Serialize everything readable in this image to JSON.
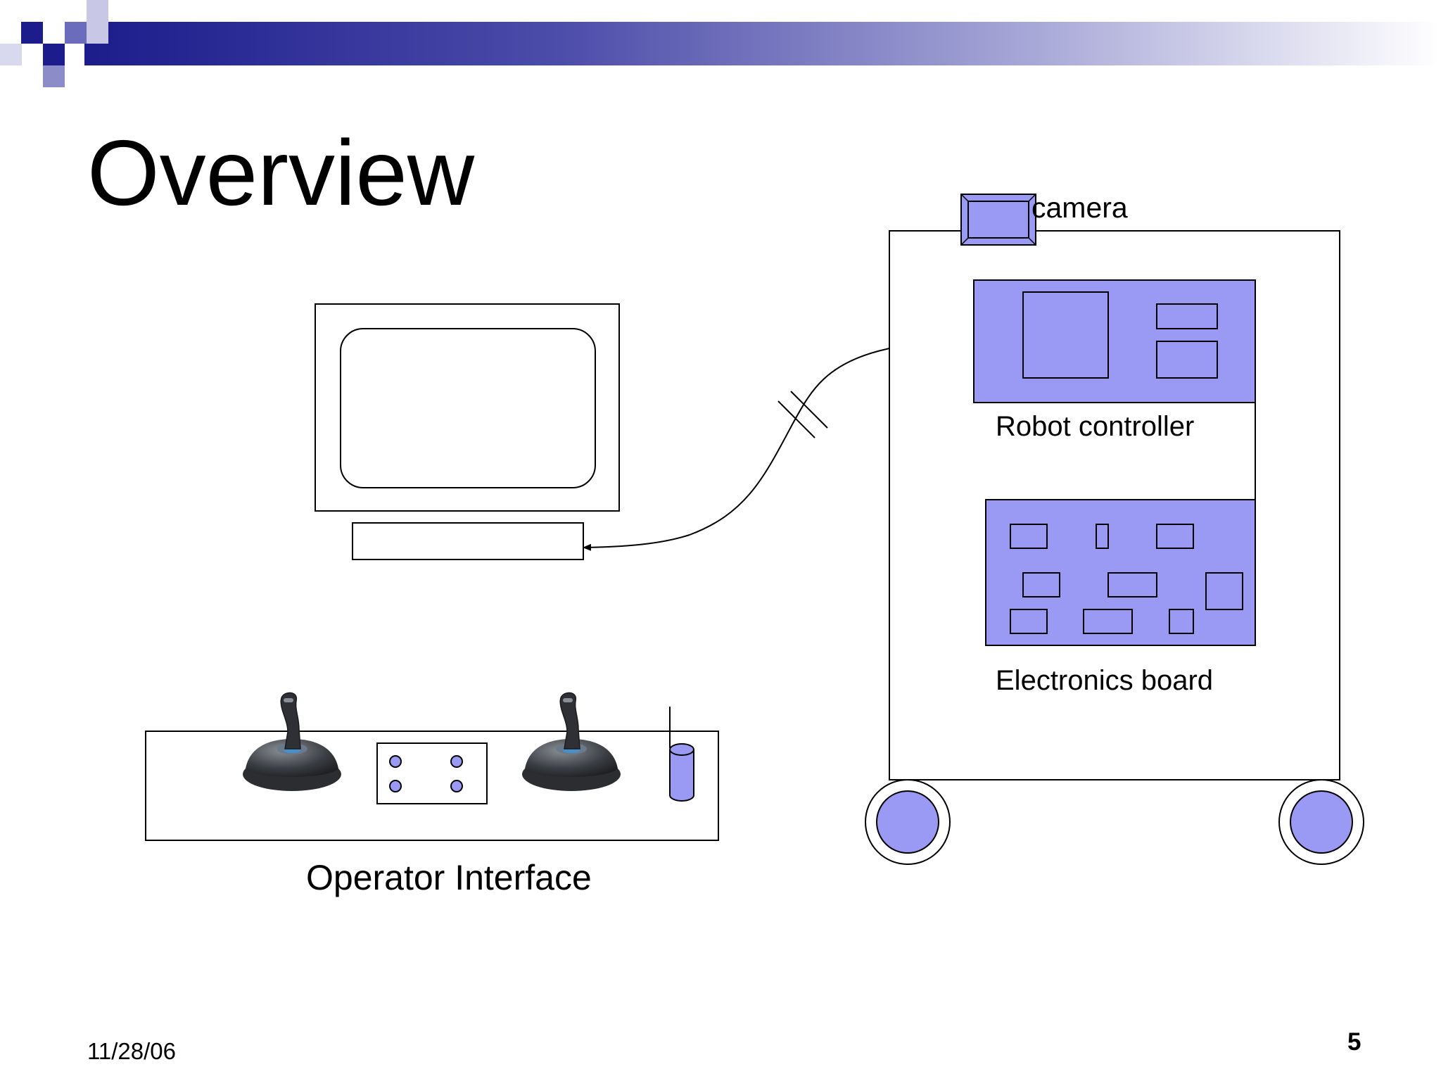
{
  "slide": {
    "title": "Overview",
    "date": "11/28/06",
    "page_number": "5"
  },
  "diagram": {
    "labels": {
      "camera": "camera",
      "robot_controller": "Robot controller",
      "electronics_board": "Electronics board",
      "operator_interface": "Operator Interface"
    },
    "colors": {
      "accent_fill": "#9a9af5",
      "header_dark": "#1c1c8c",
      "line": "#000000"
    },
    "icons": [
      "monitor-icon",
      "keyboard-icon",
      "joystick-icon",
      "antenna-icon",
      "camera-icon",
      "wheel-icon"
    ]
  }
}
